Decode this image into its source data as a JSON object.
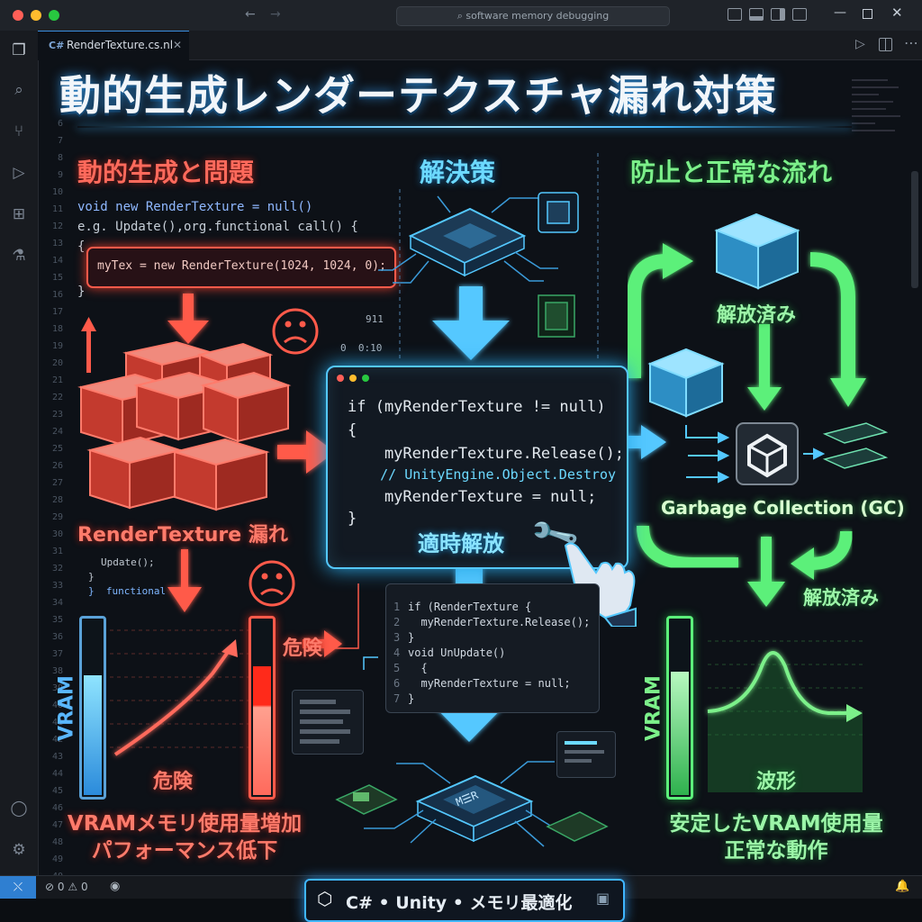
{
  "window": {
    "search_text": "software memory debugging",
    "tab_label": "RenderTexture.cs.nl",
    "tab_lang": "C#"
  },
  "title": "動的生成レンダーテクスチャ漏れ対策",
  "sections": {
    "problem": "動的生成と問題",
    "solution": "解決策",
    "prevention": "防止と正常な流れ"
  },
  "problem_code": {
    "line1": "void new RenderTexture = null()",
    "line2": "e.g. Update(),org.functional call() {",
    "line3": "{",
    "line4": "myTex = new RenderTexture(1024, 1024, 0);",
    "line5": "}",
    "tail1": "Update();",
    "tail2": "}",
    "tail3": "}  functional"
  },
  "small_readout": {
    "a": "911",
    "b": "0  0:10"
  },
  "leak_label": "RenderTexture 漏れ",
  "danger_label": "危険",
  "danger_label2": "危険",
  "vram_label": "VRAM",
  "vram_label2": "VRAM",
  "problem_caption": {
    "line1": "VRAMメモリ使用量増加",
    "line2": "パフォーマンス低下"
  },
  "main_code": {
    "line1": "if (myRenderTexture != null)",
    "line2": "{",
    "line3": "    myRenderTexture.Release();",
    "line4": "    // UnityEngine.Object.Destroy",
    "line5": "    myRenderTexture = null;",
    "line6": "}"
  },
  "timely_release": "適時解放",
  "small_code": {
    "n1": "1",
    "l1": "if (RenderTexture {",
    "n2": "2",
    "l2": "  myRenderTexture.Release();",
    "n3": "3",
    "l3": "}",
    "n4": "4",
    "l4": "void UnUpdate()",
    "n5": "5",
    "l5": "  {",
    "n6": "6",
    "l6": "  myRenderTexture = null;",
    "n7": "7",
    "l7": "}"
  },
  "released_label": "解放済み",
  "released_label2": "解放済み",
  "gc_label": "Garbage Collection (GC)",
  "waveform_label": "波形",
  "stable_caption": {
    "line1": "安定したVRAM使用量",
    "line2": "正常な動作"
  },
  "chip_label": "M☰R",
  "status": {
    "errors": "0",
    "warnings": "0"
  },
  "footer": "C# • Unity • メモリ最適化",
  "levels": {
    "leak_bar_fill": 0.7,
    "danger_bar_fill": 0.75,
    "stable_bar_fill": 0.72
  },
  "colors": {
    "red": "#ff5a4a",
    "cyan": "#54c8ff",
    "green": "#5cf07a",
    "accent": "#2d8bd6"
  },
  "gutter_lines": [
    "6",
    "7",
    "8",
    "9",
    "10",
    "11",
    "12",
    "13",
    "14",
    "15",
    "16",
    "17",
    "18",
    "19",
    "20",
    "21",
    "22",
    "23",
    "24",
    "25",
    "26",
    "27",
    "28",
    "29",
    "30",
    "31",
    "32",
    "33",
    "34",
    "35",
    "36",
    "37",
    "38",
    "39",
    "40",
    "41",
    "42",
    "43",
    "44",
    "45",
    "46",
    "47",
    "48",
    "49",
    "40",
    "41",
    "42"
  ]
}
